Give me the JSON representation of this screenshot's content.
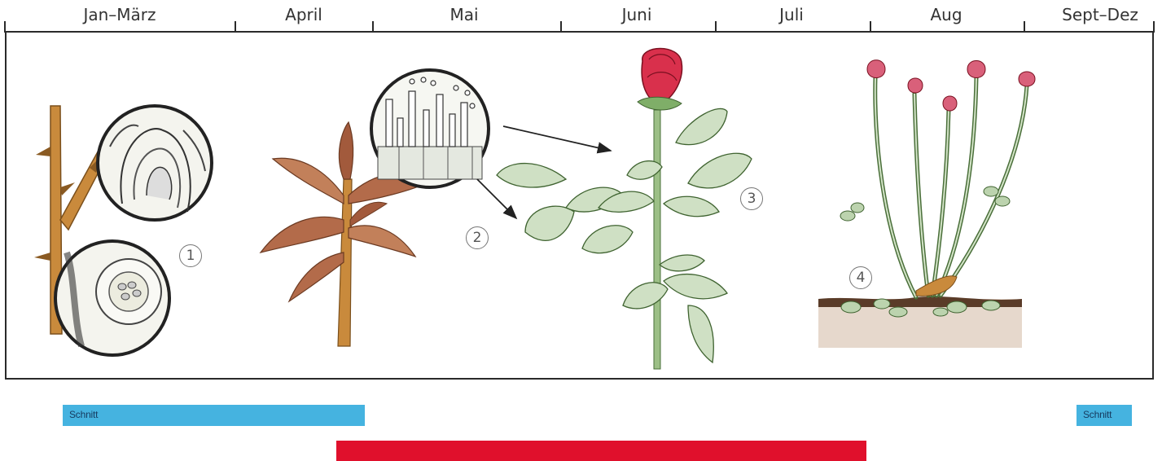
{
  "timeline": {
    "months": [
      "Jan–März",
      "April",
      "Mai",
      "Juni",
      "Juli",
      "Aug",
      "Sept–Dez"
    ]
  },
  "stages": [
    {
      "number": "1"
    },
    {
      "number": "2"
    },
    {
      "number": "3"
    },
    {
      "number": "4"
    }
  ],
  "bars": {
    "schnitt_left": "Schnitt",
    "schnitt_right": "Schnitt"
  },
  "colors": {
    "schnitt": "#45b3e0",
    "infection_period": "#e0102c",
    "rose_bloom": "#d9304c",
    "leaf_green": "#5f9a4a",
    "stem_brown": "#c98a3c",
    "young_shoot": "#b36b4a"
  }
}
